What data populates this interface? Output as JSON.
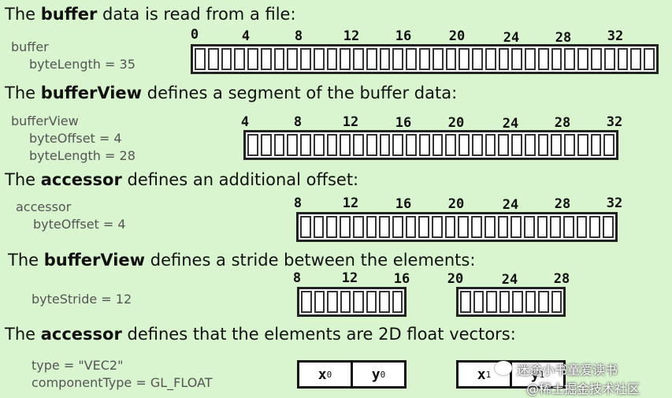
{
  "sections": [
    {
      "pre": "The ",
      "bold": "buffer",
      "post": " data is read from a file:",
      "props": [
        "buffer",
        "byteLength = 35"
      ],
      "ticks": [
        "0",
        "4",
        "8",
        "12",
        "16",
        "20",
        "24",
        "28",
        "32"
      ]
    },
    {
      "pre": "The ",
      "bold": "bufferView",
      "post": " defines a segment of the buffer data:",
      "props": [
        "bufferView",
        "byteOffset = 4",
        "byteLength = 28"
      ],
      "ticks": [
        "4",
        "8",
        "12",
        "16",
        "20",
        "24",
        "28",
        "32"
      ]
    },
    {
      "pre": "The ",
      "bold": "accessor",
      "post": " defines an additional offset:",
      "props": [
        "accessor",
        "byteOffset = 4"
      ],
      "ticks": [
        "8",
        "12",
        "16",
        "20",
        "24",
        "28",
        "32"
      ]
    },
    {
      "pre": "The ",
      "bold": "bufferView",
      "post": " defines a stride between the elements:",
      "props": [
        "byteStride = 12"
      ],
      "ticks": [
        "8",
        "12",
        "16",
        "20",
        "24",
        "28"
      ]
    },
    {
      "pre": "The ",
      "bold": "accessor",
      "post": " defines that the elements are 2D float vectors:",
      "props": [
        "type = \"VEC2\"",
        "componentType = GL_FLOAT"
      ],
      "vectors": [
        {
          "a": "x",
          "a_sub": "0",
          "b": "y",
          "b_sub": "0"
        },
        {
          "a": "x",
          "a_sub": "1",
          "b": "y",
          "b_sub": "1"
        }
      ]
    }
  ],
  "watermark": {
    "line1": "迷途小书童爱读书",
    "line2": "@稀土掘金技术社区"
  }
}
